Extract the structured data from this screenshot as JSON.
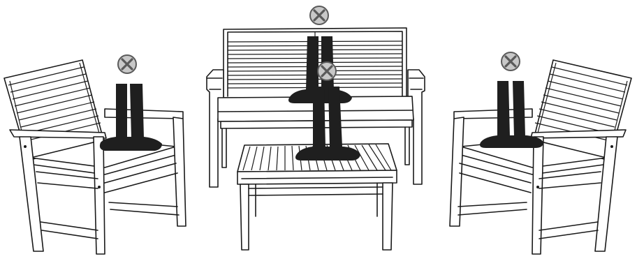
{
  "figure": {
    "items": [
      "left-armchair",
      "bench-sofa",
      "coffee-table",
      "right-armchair"
    ],
    "warnings": [
      {
        "id": "no-stand-left-chair",
        "symbol": "prohibited-x-icon"
      },
      {
        "id": "no-stand-bench",
        "symbol": "prohibited-x-icon"
      },
      {
        "id": "no-stand-table",
        "symbol": "prohibited-x-icon"
      },
      {
        "id": "no-stand-right-chair",
        "symbol": "prohibited-x-icon"
      }
    ],
    "colors": {
      "line": "#1a1a1a",
      "boots": "#1f1f1f",
      "symbol_fill": "#c8c8c8",
      "symbol_stroke": "#5a5a5a"
    }
  }
}
